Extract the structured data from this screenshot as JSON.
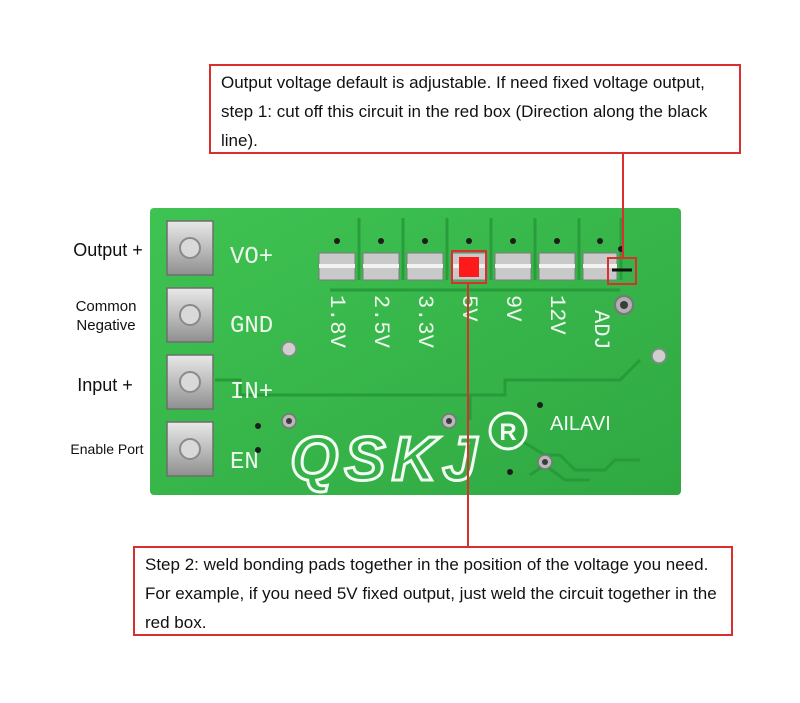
{
  "annotations": {
    "step1": "Output voltage default is adjustable. If need fixed voltage output, step 1: cut off this circuit in the red box (Direction along the black line).",
    "step2": "Step 2: weld bonding pads together in the position of the voltage you need. For example, if you need 5V fixed output, just weld the circuit together in the red box."
  },
  "pin_labels": {
    "output": "Output +",
    "common_line1": "Common",
    "common_line2": "Negative",
    "input": "Input +",
    "enable": "Enable Port"
  },
  "board": {
    "pins": [
      "VO+",
      "GND",
      "IN+",
      "EN"
    ],
    "voltage_options": [
      "1.8V",
      "2.5V",
      "3.3V",
      "5V",
      "9V",
      "12V",
      "ADJ"
    ],
    "logo": "QSKJ",
    "registered_mark": "®",
    "brand": "AILAVI"
  },
  "colors": {
    "board_green": "#37b84a",
    "annotation_red": "#d9302f",
    "highlight_red": "#ff1a1a"
  }
}
